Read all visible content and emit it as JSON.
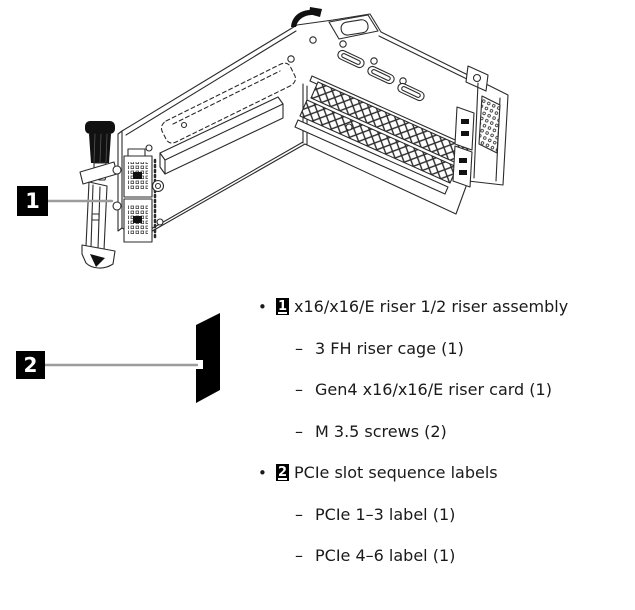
{
  "figure": {
    "description": "x16/x16/E riser assembly technical illustration",
    "callout_1": "1",
    "callout_2": "2",
    "leader_color": "#9c9c9c",
    "line_color": "#2b2b2b",
    "label_shape_color": "#000000"
  },
  "parts_list": {
    "bullet_char": "•",
    "dash_char": "–",
    "items": [
      {
        "badge": "1",
        "label": "x16/x16/E riser 1/2 riser assembly",
        "children": [
          "3 FH riser cage (1)",
          "Gen4 x16/x16/E riser card (1)",
          "M 3.5 screws (2)"
        ]
      },
      {
        "badge": "2",
        "label": "PCIe slot sequence labels",
        "children": [
          "PCIe 1–3 label (1)",
          "PCIe 4–6 label (1)"
        ]
      }
    ]
  }
}
